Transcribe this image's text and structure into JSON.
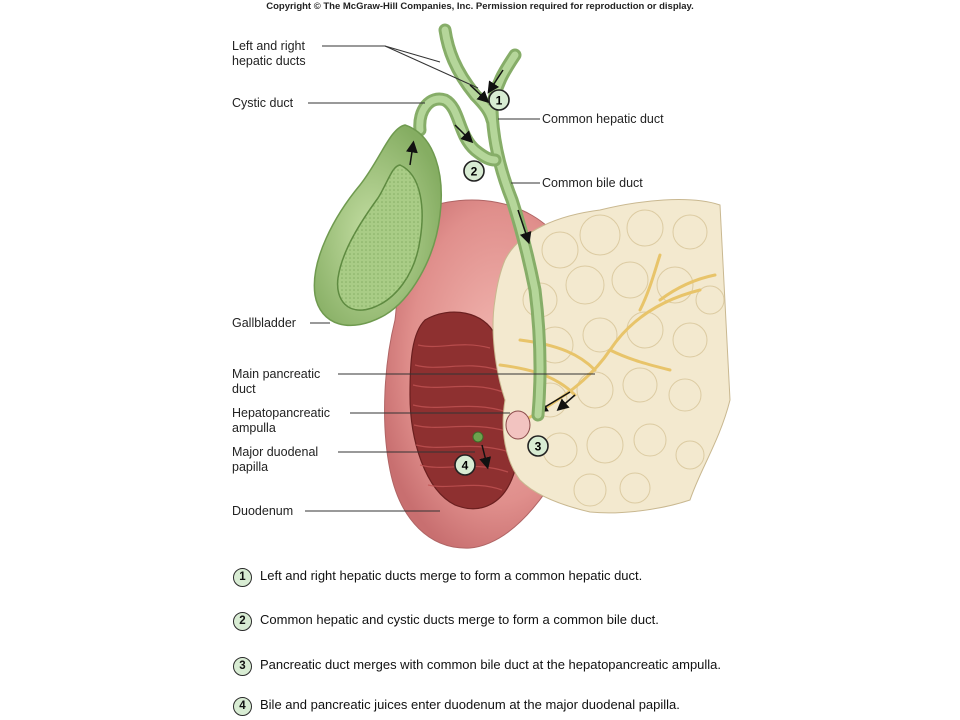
{
  "copyright": "Copyright © The McGraw-Hill Companies, Inc. Permission required for reproduction or display.",
  "labels": {
    "hepatic_ducts": [
      "Left and right",
      "hepatic ducts"
    ],
    "cystic_duct": "Cystic duct",
    "common_hepatic_duct": "Common hepatic duct",
    "common_bile_duct": "Common bile duct",
    "gallbladder": "Gallbladder",
    "main_pancreatic_duct": [
      "Main pancreatic",
      "duct"
    ],
    "hepatopancreatic_ampulla": [
      "Hepatopancreatic",
      "ampulla"
    ],
    "major_duodenal_papilla": [
      "Major duodenal",
      "papilla"
    ],
    "duodenum": "Duodenum"
  },
  "markers": [
    "1",
    "2",
    "3",
    "4"
  ],
  "steps": [
    {
      "num": "1",
      "text": "Left and right hepatic ducts merge to form a common hepatic duct."
    },
    {
      "num": "2",
      "text": "Common hepatic and cystic ducts merge to form a common bile duct."
    },
    {
      "num": "3",
      "text": "Pancreatic duct merges with common bile duct at the hepatopancreatic ampulla."
    },
    {
      "num": "4",
      "text": "Bile and pancreatic juices enter duodenum at the major duodenal papilla."
    }
  ],
  "colors": {
    "duct_green": "#a8c98a",
    "gallbladder_green": "#9fc27c",
    "duodenum_pink": "#e59a9a",
    "duodenum_interior": "#8e3030",
    "pancreas_cream": "#f3e9cf",
    "vessel_yellow": "#e8c46a"
  }
}
